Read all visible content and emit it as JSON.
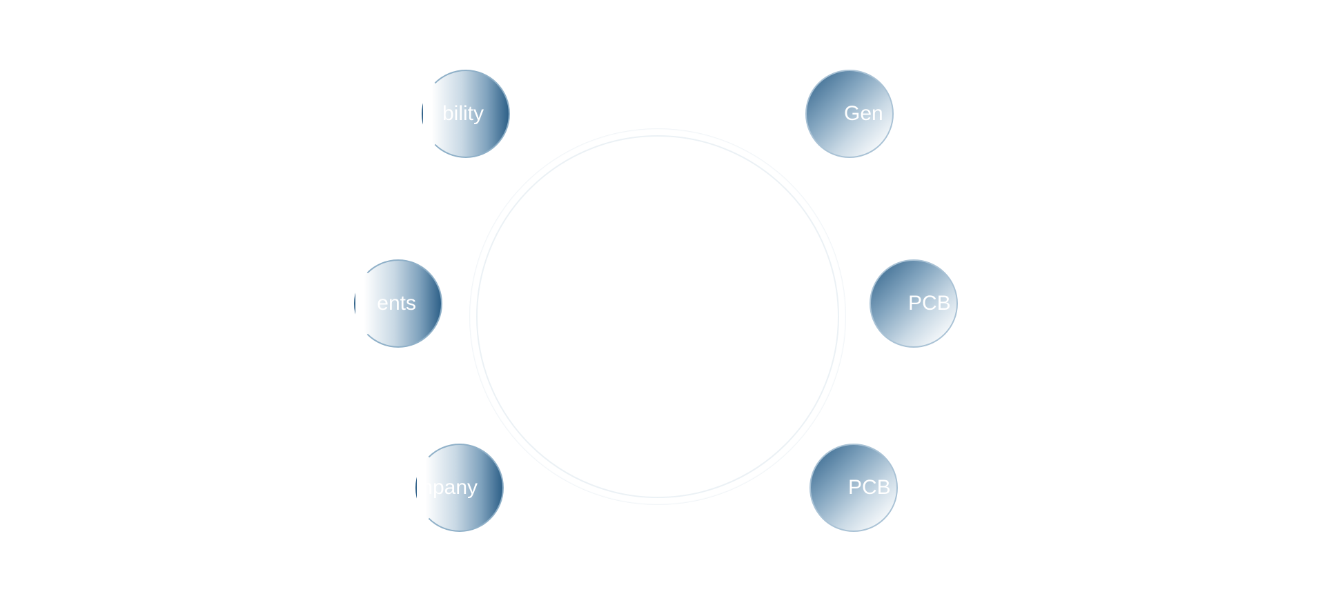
{
  "nodes": [
    {
      "label": "bility",
      "side": "left"
    },
    {
      "label": "Gen",
      "side": "right"
    },
    {
      "label": "ents",
      "side": "left"
    },
    {
      "label": "PCB",
      "side": "right"
    },
    {
      "label": "mpany",
      "side": "left"
    },
    {
      "label": "PCB",
      "side": "right"
    }
  ],
  "colors": {
    "accent": "#2e6088",
    "ring": "#dfe8ef"
  }
}
